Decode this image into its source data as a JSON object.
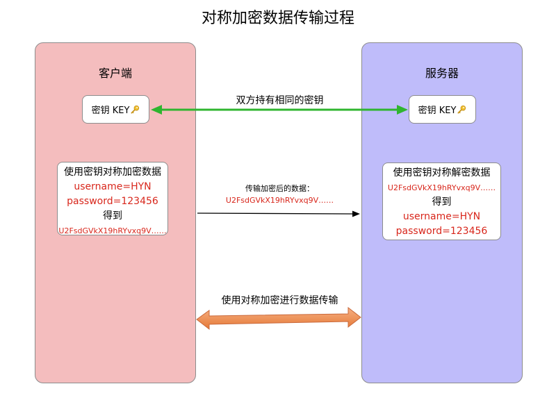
{
  "title": "对称加密数据传输过程",
  "client": {
    "label": "客户端",
    "key_card": "密钥 KEY",
    "process": {
      "heading": "使用密钥对称加密数据",
      "line_username": "username=HYN",
      "line_password": "password=123456",
      "result_label": "得到",
      "cipher": "U2FsdGVkX19hRYvxq9V……"
    }
  },
  "server": {
    "label": "服务器",
    "key_card": "密钥 KEY",
    "process": {
      "heading": "使用密钥对称解密数据",
      "cipher": "U2FsdGVkX19hRYvxq9V……",
      "result_label": "得到",
      "line_username": "username=HYN",
      "line_password": "password=123456"
    }
  },
  "shared_key_label": "双方持有相同的密钥",
  "transmission_note": {
    "line1": "传输加密后的数据：",
    "line2": "U2FsdGVkX19hRYvxq9V……"
  },
  "channel_label": "使用对称加密进行数据传输",
  "colors": {
    "client_panel": "#f4bdbe",
    "server_panel": "#bfbcfa",
    "key_arrow": "#2fb52f",
    "channel_arrow": "#f0935a",
    "cipher_text": "#d8261b"
  },
  "icons": [
    "key-icon"
  ]
}
